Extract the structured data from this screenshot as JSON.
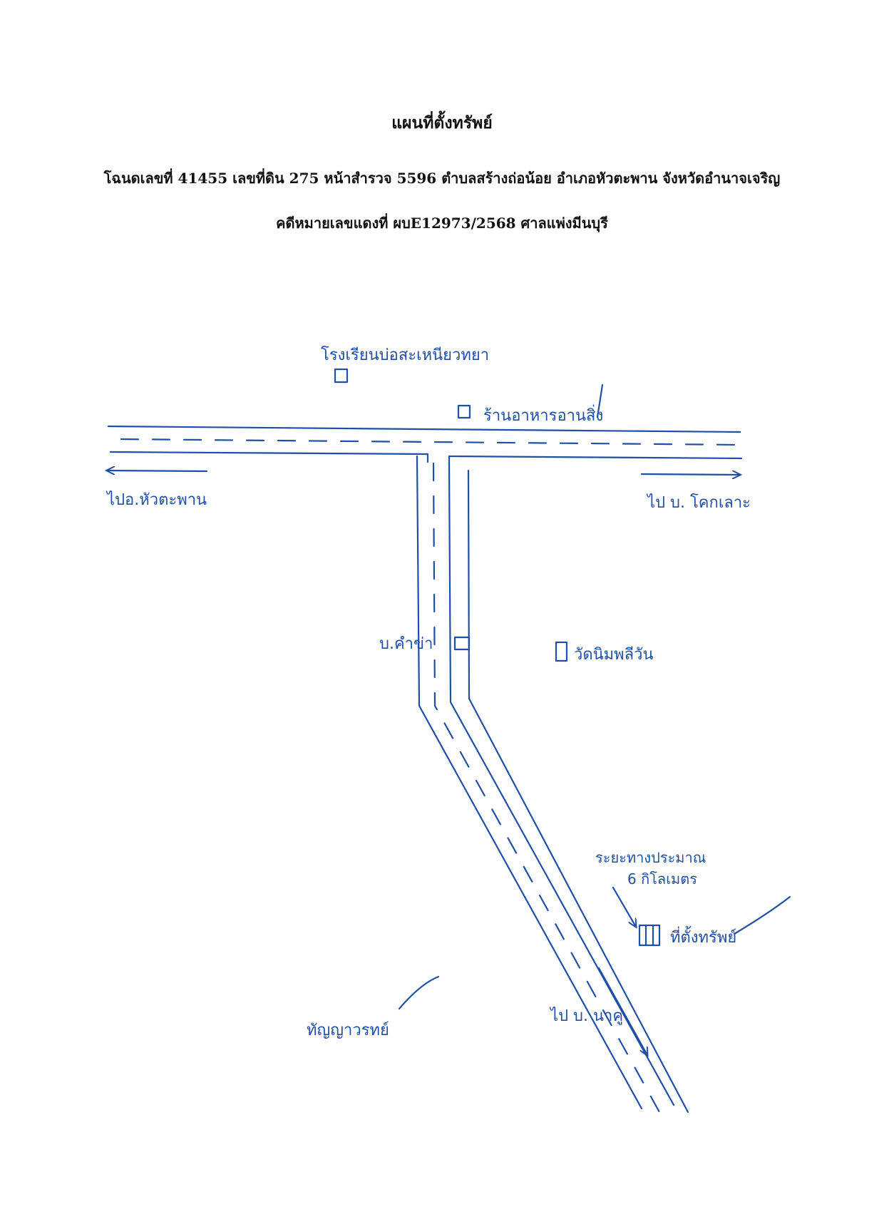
{
  "header": {
    "title": "แผนที่ตั้งทรัพย์",
    "deed_line": "โฉนดเลขที่ 41455 เลขที่ดิน 275 หน้าสำรวจ 5596 ตำบลสร้างถ่อน้อย อำเภอหัวตะพาน จังหวัดอำนาจเจริญ",
    "case_line": "คดีหมายเลขแดงที่ ผบE12973/2568 ศาลแพ่งมีนบุรี"
  },
  "map": {
    "ink_color": "#1f4fa6",
    "labels": {
      "school": "โรงเรียนบ่อสะเหนียวทยา",
      "shop": "ร้านอาหารอานสิ่ง",
      "to_west": "ไปอ.หัวตะพาน",
      "to_east": "ไป บ. โคกเลาะ",
      "village_left": "บ.คำข่า",
      "temple": "วัดนิมพลีวัน",
      "distance": "ระยะทางประมาณ",
      "distance_value": "6 กิโลเมตร",
      "property": "ที่ตั้งทรัพย์",
      "to_south": "ไป บ. นาคู",
      "signature": "ทัญญาวรทย์"
    }
  }
}
